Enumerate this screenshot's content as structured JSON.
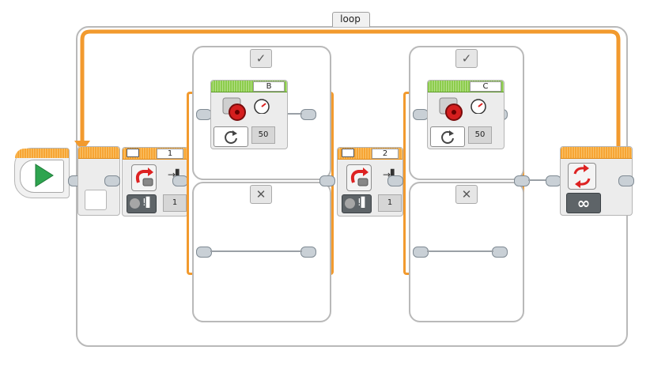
{
  "loop": {
    "label": "loop",
    "mode_symbol": "∞",
    "accent_color": "#f29a2e"
  },
  "start_block": {
    "icon": "play-icon",
    "color": "#2ea44f"
  },
  "switch_1": {
    "id_label": "1",
    "port_value": "1",
    "true_tab": "✓",
    "false_tab": "✕",
    "motor_block": {
      "port_label": "B",
      "power_value": "50"
    }
  },
  "switch_2": {
    "id_label": "2",
    "port_value": "1",
    "true_tab": "✓",
    "false_tab": "✕",
    "motor_block": {
      "port_label": "C",
      "power_value": "50"
    }
  }
}
